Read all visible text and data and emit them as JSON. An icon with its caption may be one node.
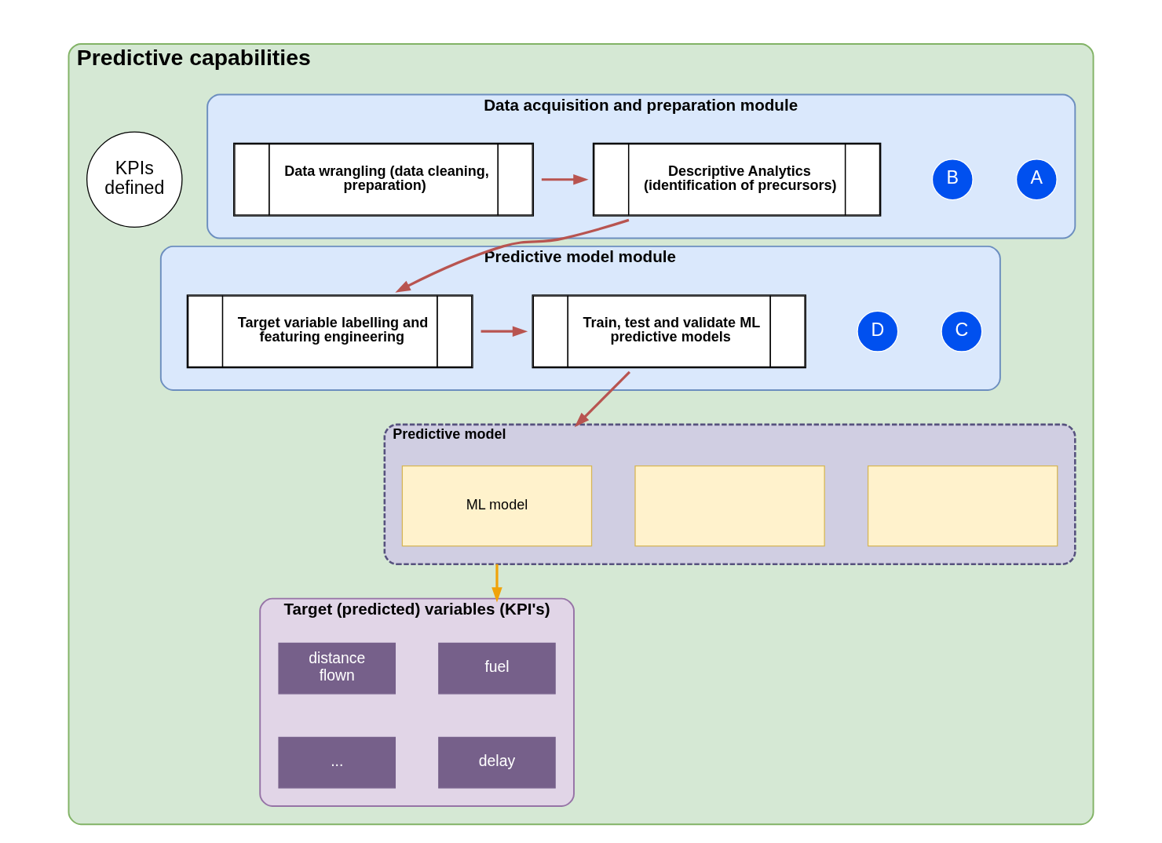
{
  "diagram": {
    "nodes": [
      {
        "text": [
          "Predictive capabilities"
        ]
      },
      {
        "text": [
          "Data acquisition and preparation module"
        ],
        "in": 0
      },
      {
        "text": [
          "Data wrangling (data cleaning, preparation)"
        ],
        "in": 1
      },
      {
        "text": [
          "A"
        ],
        "in": 1
      },
      {
        "text": [
          "Descriptive Analytics (identification of precursors)"
        ],
        "in": 1
      },
      {
        "text": [
          "B"
        ],
        "in": 1
      },
      {
        "text": [
          "KPIs defined"
        ],
        "in": 0
      },
      {
        "text": [
          "Predictive model module"
        ],
        "in": 0
      },
      {
        "text": [
          "Target variable labelling and featuring engineering"
        ],
        "in": 7
      },
      {
        "text": [
          "C"
        ],
        "in": 7
      },
      {
        "text": [
          "Train, test and validate ML predictive models"
        ],
        "in": 7
      },
      {
        "text": [
          "D"
        ],
        "in": 7
      },
      {
        "text": [
          "Predictive model"
        ],
        "in": 0
      },
      {
        "text": [],
        "shape": "box",
        "in": 12
      },
      {
        "text": [],
        "shape": "box",
        "in": 12
      },
      {
        "text": [
          "ML model"
        ],
        "in": 12
      },
      {
        "text": [
          "Target (predicted) variables (KPI's)"
        ],
        "in": 0
      },
      {
        "text": [
          "fuel"
        ],
        "in": 16
      },
      {
        "text": [
          "distance flown"
        ],
        "in": 16
      },
      {
        "text": [
          "delay"
        ],
        "in": 16
      },
      {
        "text": [
          "..."
        ],
        "in": 16
      }
    ],
    "edges": [
      {
        "from": 2,
        "to": 4,
        "arrow": "to"
      },
      {
        "from": 4,
        "to": 8,
        "arrow": "to"
      },
      {
        "from": 8,
        "to": 10,
        "arrow": "to"
      },
      {
        "from": 10,
        "to": 12,
        "arrow": "to"
      },
      {
        "from": 12,
        "to": 16,
        "arrow": "to",
        "color": "#f0a30a"
      }
    ]
  }
}
